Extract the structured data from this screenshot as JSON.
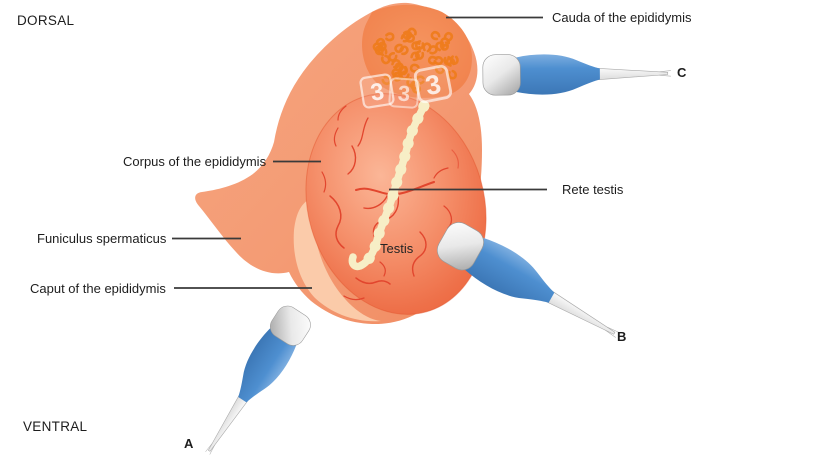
{
  "orientation": {
    "dorsal": "DORSAL",
    "ventral": "VENTRAL"
  },
  "anatomy_labels": {
    "cauda": "Cauda of the epididymis",
    "corpus": "Corpus of the epididymis",
    "funiculus": "Funiculus spermaticus",
    "caput": "Caput of the epididymis",
    "rete": "Rete testis",
    "testis": "Testis"
  },
  "probe_labels": {
    "a": "A",
    "b": "B",
    "c": "C"
  },
  "position_marks": [
    "3",
    "3",
    "3"
  ],
  "colors": {
    "background": "#FFFFFF",
    "epididymis_band": "#F5A07C",
    "epididymis_light_strip": "#FBCDAD",
    "cauda_lobe": "#F2854F",
    "cauda_tubules": "#EE7C1E",
    "testis_edge": "#E9603A",
    "testis_center": "#FBB697",
    "blood_vessels": "#E2462E",
    "rete_duct": "#F7EEC6",
    "probe_body_blue": "#4E8FD0",
    "probe_head_gray": "#E8E8E8",
    "leader_line": "#3A3A3A",
    "label_text": "#1D1D1D"
  }
}
